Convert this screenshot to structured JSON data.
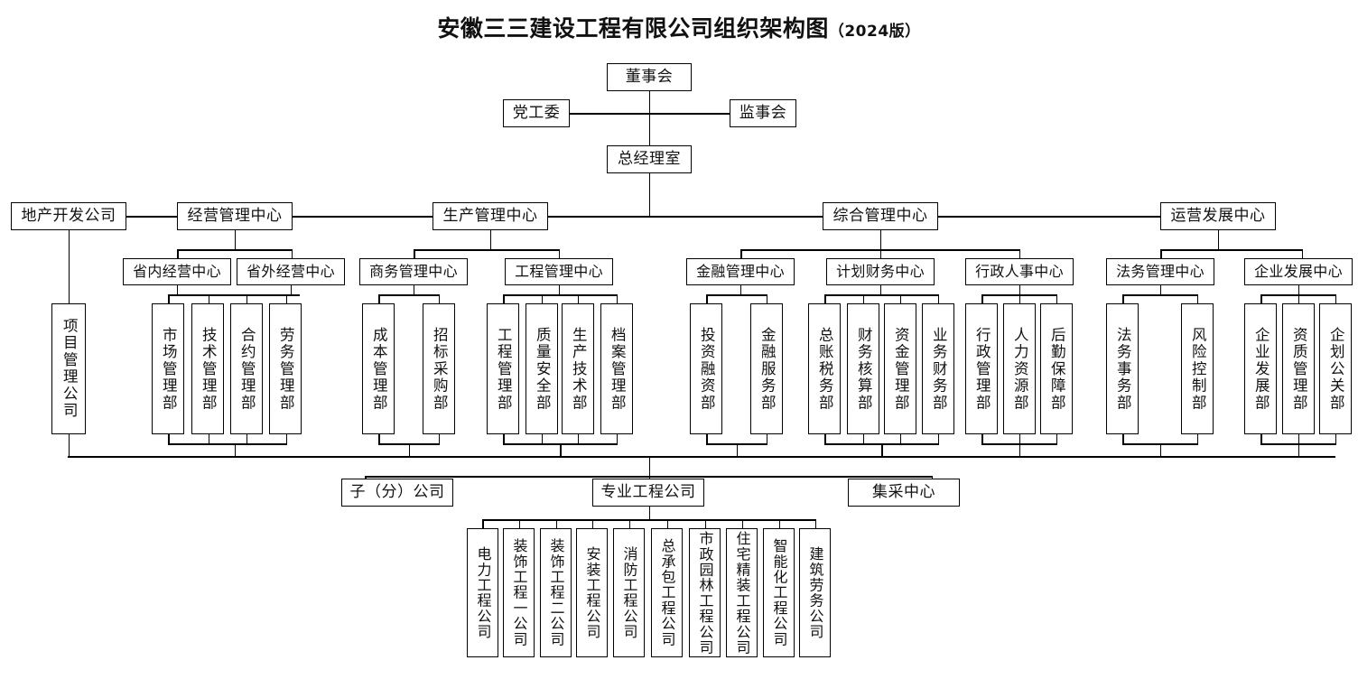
{
  "title": {
    "main": "安徽三三建设工程有限公司组织架构图",
    "version": "（2024版）"
  },
  "top": {
    "board": "董事会",
    "party_committee": "党工委",
    "supervisory_board": "监事会",
    "gm_office": "总经理室"
  },
  "centers": [
    {
      "key": "real_estate",
      "label": "地产开发公司"
    },
    {
      "key": "operations",
      "label": "经营管理中心"
    },
    {
      "key": "production",
      "label": "生产管理中心"
    },
    {
      "key": "general",
      "label": "综合管理中心"
    },
    {
      "key": "development",
      "label": "运营发展中心"
    }
  ],
  "subcenters": [
    {
      "key": "in_province",
      "label": "省内经营中心"
    },
    {
      "key": "out_province",
      "label": "省外经营中心"
    },
    {
      "key": "commerce",
      "label": "商务管理中心"
    },
    {
      "key": "engineering",
      "label": "工程管理中心"
    },
    {
      "key": "finance_mgmt",
      "label": "金融管理中心"
    },
    {
      "key": "plan_finance",
      "label": "计划财务中心"
    },
    {
      "key": "admin_hr",
      "label": "行政人事中心"
    },
    {
      "key": "legal",
      "label": "法务管理中心"
    },
    {
      "key": "enterprise",
      "label": "企业发展中心"
    }
  ],
  "departments": {
    "real_estate": [
      "项目管理公司"
    ],
    "operations": [
      "市场管理部",
      "技术管理部",
      "合约管理部",
      "劳务管理部"
    ],
    "commerce": [
      "成本管理部",
      "招标采购部"
    ],
    "engineering": [
      "工程管理部",
      "质量安全部",
      "生产技术部",
      "档案管理部"
    ],
    "finance_mgmt": [
      "投资融资部",
      "金融服务部"
    ],
    "plan_finance": [
      "总账税务部",
      "财务核算部",
      "资金管理部",
      "业务财务部"
    ],
    "admin_hr": [
      "行政管理部",
      "人力资源部",
      "后勤保障部"
    ],
    "legal": [
      "法务事务部",
      "风险控制部"
    ],
    "enterprise": [
      "企业发展部",
      "资质管理部",
      "企划公关部"
    ]
  },
  "bottom_groups": [
    {
      "key": "subsidiary",
      "label": "子（分）公司"
    },
    {
      "key": "specialty",
      "label": "专业工程公司"
    },
    {
      "key": "procurement",
      "label": "集采中心"
    }
  ],
  "specialty_companies": [
    "电力工程公司",
    "装饰工程一公司",
    "装饰工程二公司",
    "安装工程公司",
    "消防工程公司",
    "总承包工程公司",
    "市政园林工程公司",
    "住宅精装工程公司",
    "智能化工程公司",
    "建筑劳务公司"
  ],
  "colors": {
    "line": "#000000",
    "box_border": "#000000",
    "box_fill": "#ffffff",
    "text": "#111111"
  }
}
